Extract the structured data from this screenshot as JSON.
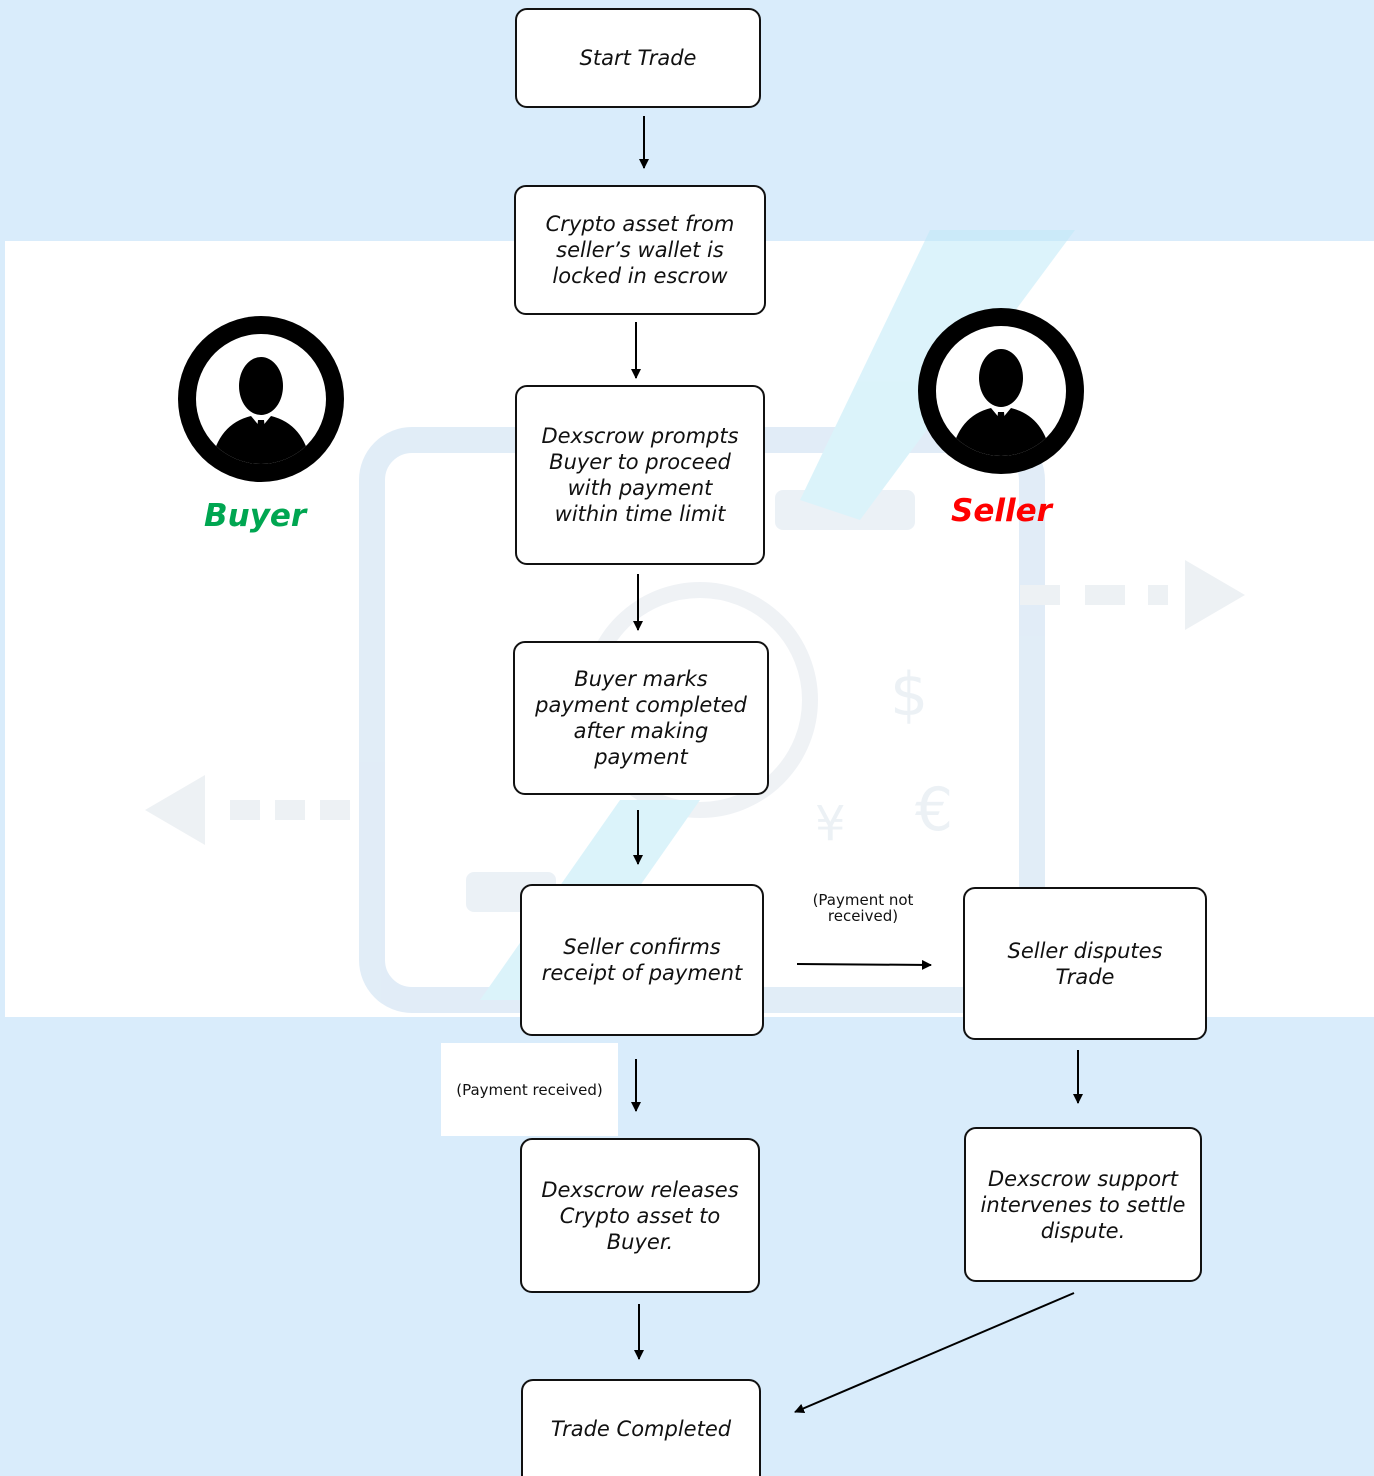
{
  "colors": {
    "background": "#d9ecfb",
    "band": "#ffffff",
    "buyer": "#00a651",
    "seller": "#ff0000",
    "node_border": "#111111"
  },
  "roles": {
    "buyer": "Buyer",
    "seller": "Seller"
  },
  "icons": [
    "person-avatar-icon",
    "person-avatar-icon"
  ],
  "nodes": {
    "start": "Start Trade",
    "lock": "Crypto asset from seller’s wallet is locked in escrow",
    "prompt": "Dexscrow prompts Buyer to proceed with payment within time limit",
    "marks": "Buyer marks payment completed after making payment",
    "confirm": "Seller confirms receipt of payment",
    "dispute": "Seller disputes Trade",
    "release": "Dexscrow releases Crypto asset to Buyer.",
    "support": "Dexscrow support intervenes to settle dispute.",
    "completed": "Trade Completed"
  },
  "edge_labels": {
    "not_received": "(Payment  not received)",
    "received": "(Payment  received)"
  }
}
